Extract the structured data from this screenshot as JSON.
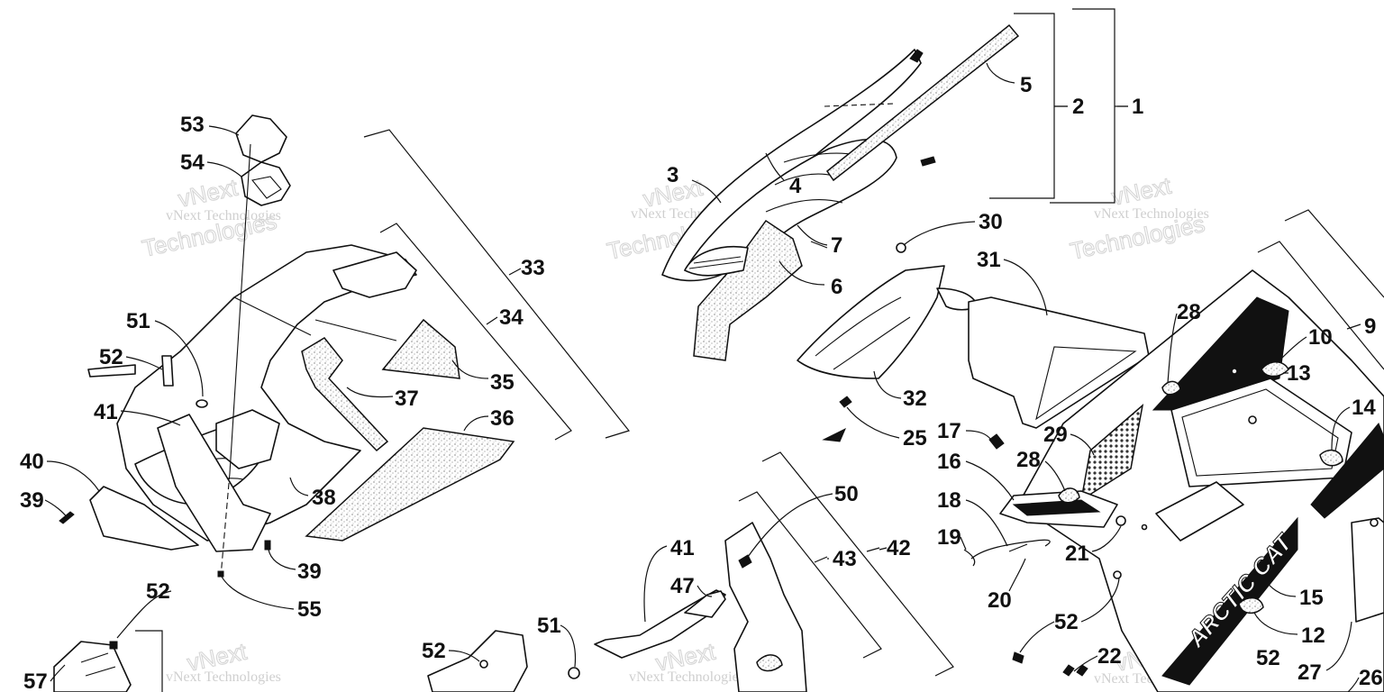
{
  "callouts": [
    {
      "id": "1",
      "label": "1"
    },
    {
      "id": "2",
      "label": "2"
    },
    {
      "id": "3",
      "label": "3"
    },
    {
      "id": "4",
      "label": "4"
    },
    {
      "id": "5",
      "label": "5"
    },
    {
      "id": "6",
      "label": "6"
    },
    {
      "id": "7",
      "label": "7"
    },
    {
      "id": "9",
      "label": "9"
    },
    {
      "id": "10",
      "label": "10"
    },
    {
      "id": "12",
      "label": "12"
    },
    {
      "id": "13",
      "label": "13"
    },
    {
      "id": "14",
      "label": "14"
    },
    {
      "id": "15",
      "label": "15"
    },
    {
      "id": "16",
      "label": "16"
    },
    {
      "id": "17",
      "label": "17"
    },
    {
      "id": "18",
      "label": "18"
    },
    {
      "id": "19",
      "label": "19"
    },
    {
      "id": "20",
      "label": "20"
    },
    {
      "id": "21",
      "label": "21"
    },
    {
      "id": "22",
      "label": "22"
    },
    {
      "id": "25",
      "label": "25"
    },
    {
      "id": "26",
      "label": "26"
    },
    {
      "id": "27",
      "label": "27"
    },
    {
      "id": "28a",
      "label": "28"
    },
    {
      "id": "28b",
      "label": "28"
    },
    {
      "id": "29",
      "label": "29"
    },
    {
      "id": "30",
      "label": "30"
    },
    {
      "id": "31",
      "label": "31"
    },
    {
      "id": "32",
      "label": "32"
    },
    {
      "id": "33",
      "label": "33"
    },
    {
      "id": "34",
      "label": "34"
    },
    {
      "id": "35",
      "label": "35"
    },
    {
      "id": "36",
      "label": "36"
    },
    {
      "id": "37",
      "label": "37"
    },
    {
      "id": "38",
      "label": "38"
    },
    {
      "id": "39a",
      "label": "39"
    },
    {
      "id": "39b",
      "label": "39"
    },
    {
      "id": "40",
      "label": "40"
    },
    {
      "id": "41a",
      "label": "41"
    },
    {
      "id": "41b",
      "label": "41"
    },
    {
      "id": "42",
      "label": "42"
    },
    {
      "id": "43",
      "label": "43"
    },
    {
      "id": "47",
      "label": "47"
    },
    {
      "id": "50",
      "label": "50"
    },
    {
      "id": "51a",
      "label": "51"
    },
    {
      "id": "51b",
      "label": "51"
    },
    {
      "id": "52a",
      "label": "52"
    },
    {
      "id": "52b",
      "label": "52"
    },
    {
      "id": "52c",
      "label": "52"
    },
    {
      "id": "52d",
      "label": "52"
    },
    {
      "id": "52e",
      "label": "52"
    },
    {
      "id": "53",
      "label": "53"
    },
    {
      "id": "54",
      "label": "54"
    },
    {
      "id": "55",
      "label": "55"
    },
    {
      "id": "57",
      "label": "57"
    }
  ],
  "watermark": {
    "line1": "vNext Technologies",
    "line2": "vNext",
    "line3": "Technologies"
  },
  "decals": {
    "brand": "ARCTIC CAT"
  }
}
